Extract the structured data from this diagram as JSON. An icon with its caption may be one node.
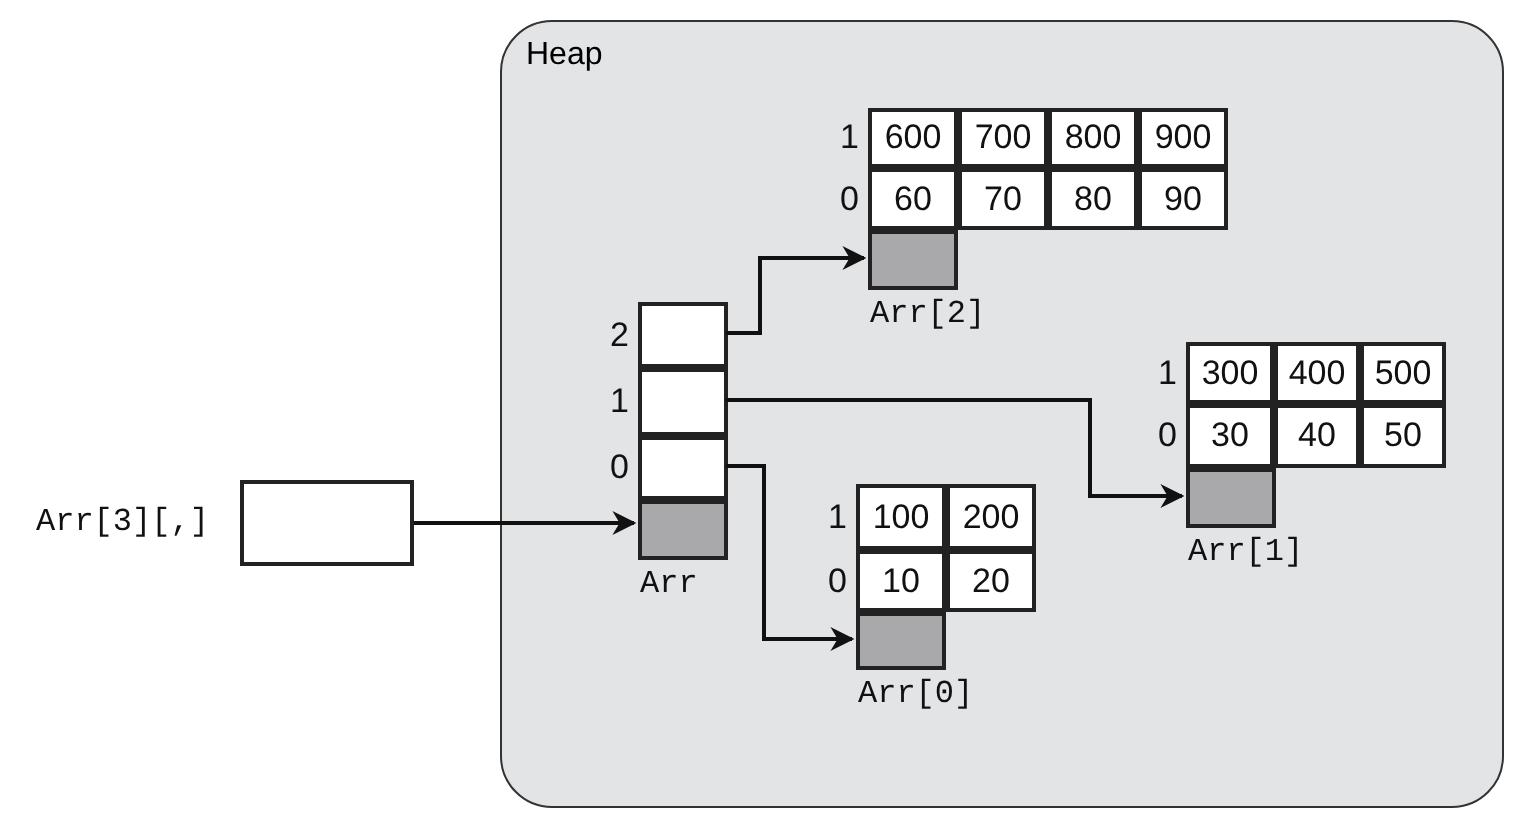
{
  "diagram": {
    "nodes": [
      {
        "text": [
          "Heap"
        ]
      },
      {
        "text": [
          "600"
        ],
        "in": 0,
        "beside": [
          "1"
        ]
      },
      {
        "text": [
          "700"
        ],
        "in": 0
      },
      {
        "text": [
          "800"
        ],
        "in": 0
      },
      {
        "text": [
          "900"
        ],
        "in": 0
      },
      {
        "text": [
          "60"
        ],
        "in": 0,
        "beside": [
          "0"
        ]
      },
      {
        "text": [
          "70"
        ],
        "in": 0
      },
      {
        "text": [
          "80"
        ],
        "in": 0
      },
      {
        "text": [
          "90"
        ],
        "in": 0
      },
      {
        "text": [],
        "shape": "box",
        "in": 0,
        "beside": [
          "Arr[2]"
        ]
      },
      {
        "text": [],
        "shape": "box",
        "in": 0,
        "beside": [
          "2"
        ]
      },
      {
        "text": [],
        "shape": "box",
        "in": 0,
        "beside": [
          "1"
        ]
      },
      {
        "text": [],
        "shape": "box",
        "in": 0,
        "beside": [
          "0"
        ]
      },
      {
        "text": [],
        "shape": "box",
        "in": 0,
        "beside": [
          "Arr"
        ]
      },
      {
        "text": [],
        "shape": "box",
        "beside": [
          "Arr[3][,]"
        ]
      },
      {
        "text": [
          "300"
        ],
        "in": 0,
        "beside": [
          "1"
        ]
      },
      {
        "text": [
          "400"
        ],
        "in": 0
      },
      {
        "text": [
          "500"
        ],
        "in": 0
      },
      {
        "text": [
          "30"
        ],
        "in": 0,
        "beside": [
          "0"
        ]
      },
      {
        "text": [
          "40"
        ],
        "in": 0
      },
      {
        "text": [
          "50"
        ],
        "in": 0
      },
      {
        "text": [],
        "shape": "box",
        "in": 0,
        "beside": [
          "Arr[1]"
        ]
      },
      {
        "text": [
          "100"
        ],
        "in": 0,
        "beside": [
          "1"
        ]
      },
      {
        "text": [
          "200"
        ],
        "in": 0
      },
      {
        "text": [
          "10"
        ],
        "in": 0,
        "beside": [
          "0"
        ]
      },
      {
        "text": [
          "20"
        ],
        "in": 0
      },
      {
        "text": [],
        "shape": "box",
        "in": 0,
        "beside": [
          "Arr[0]"
        ]
      }
    ],
    "edges": [
      {
        "from": 14,
        "to": 13,
        "arrow": "to"
      },
      {
        "from": 10,
        "to": 9,
        "arrow": "to"
      },
      {
        "from": 11,
        "to": 21,
        "arrow": "to"
      },
      {
        "from": 12,
        "to": 26,
        "arrow": "to"
      }
    ]
  }
}
